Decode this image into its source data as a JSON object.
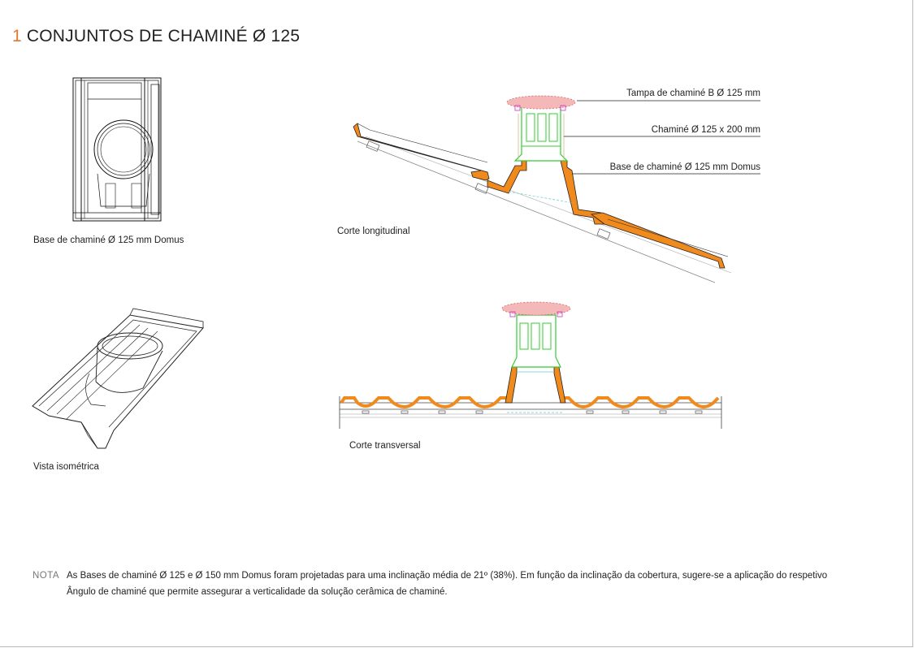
{
  "header": {
    "number": "1",
    "title": "CONJUNTOS DE CHAMINÉ Ø 125"
  },
  "captions": {
    "base": "Base de chaminé Ø 125 mm Domus",
    "iso": "Vista isométrica",
    "longitudinal": "Corte longitudinal",
    "transversal": "Corte transversal"
  },
  "callouts": {
    "tampa": "Tampa de chaminé B Ø 125 mm",
    "chamine": "Chaminé Ø 125 x 200 mm",
    "base": "Base de chaminé Ø 125 mm Domus"
  },
  "note": {
    "label": "NOTA",
    "text": "As Bases de chaminé Ø 125 e Ø 150 mm Domus foram projetadas para uma inclinação média de 21º (38%). Em função da inclinação da cobertura, sugere-se a aplicação do respetivo Ângulo de chaminé que permite assegurar a verticalidade da solução cerâmica de chaminé."
  },
  "colors": {
    "accent": "#e07a2e",
    "tile": "#f08a1c",
    "chimney": "#33cc33",
    "cap": "#f4b8b8"
  }
}
